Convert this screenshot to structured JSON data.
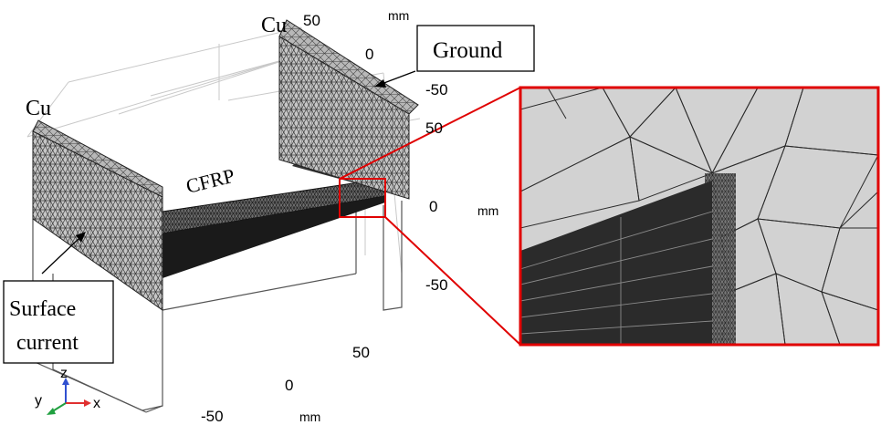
{
  "labels": {
    "cu_left": "Cu",
    "cu_right": "Cu",
    "cfrp": "CFRP",
    "ground": "Ground",
    "surface_current_line1": "Surface",
    "surface_current_line2": "current"
  },
  "axes": {
    "top_axis_ticks": [
      "50",
      "0",
      "-50"
    ],
    "top_axis_unit": "mm",
    "vertical_axis_ticks": [
      "50",
      "0",
      "-50"
    ],
    "vertical_axis_unit": "mm",
    "bottom_axis_ticks": [
      "50",
      "0",
      "-50"
    ],
    "bottom_axis_unit": "mm"
  },
  "triad": {
    "x": "x",
    "y": "y",
    "z": "z"
  },
  "colors": {
    "zoom_frame": "#e00000",
    "mesh_fill": "#c8c8c8",
    "mesh_dark": "#2a2a2a",
    "zoom_background": "#d2d2d2",
    "axis_x": "#e03030",
    "axis_y": "#20a040",
    "axis_z": "#3050d0"
  }
}
